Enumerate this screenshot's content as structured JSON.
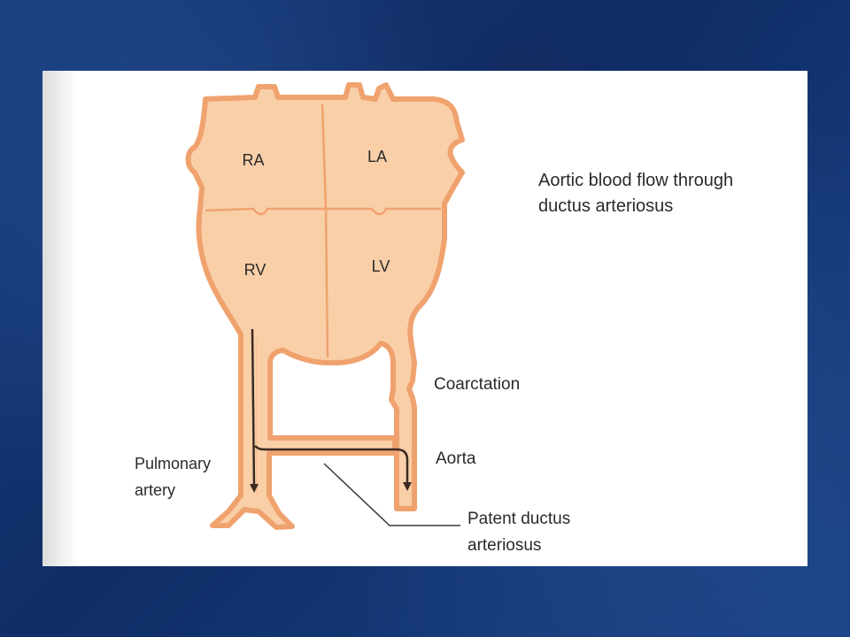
{
  "colors": {
    "background": "#163a7a",
    "heart_fill": "#f9cfa8",
    "heart_outline": "#f0a26e",
    "arrow": "#3a2a22"
  },
  "diagram": {
    "description_title": "Aortic blood flow through",
    "description_line2": "ductus arteriosus",
    "chambers": {
      "ra": "RA",
      "la": "LA",
      "rv": "RV",
      "lv": "LV"
    },
    "labels": {
      "coarctation": "Coarctation",
      "aorta": "Aorta",
      "pulmonary_line1": "Pulmonary",
      "pulmonary_line2": "artery",
      "pda_line1": "Patent ductus",
      "pda_line2": "arteriosus"
    }
  }
}
